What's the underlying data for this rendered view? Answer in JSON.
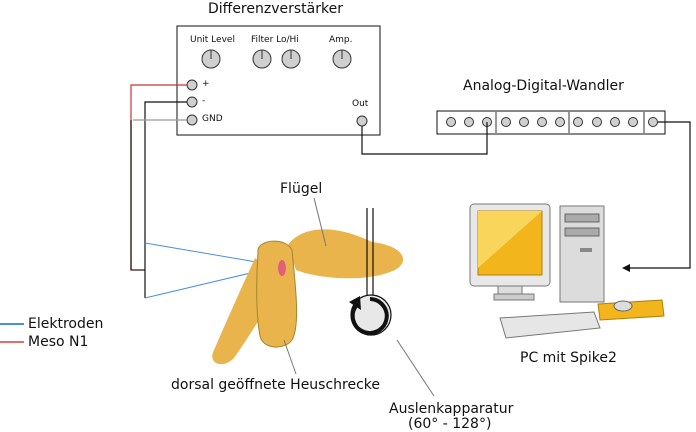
{
  "amplifier": {
    "title": "Differenzverstärker",
    "knobs": [
      "Unit Level",
      "Filter Lo/Hi",
      "Amp."
    ],
    "inputs": [
      "+",
      "-",
      "GND"
    ],
    "output": "Out"
  },
  "adc": {
    "title": "Analog-Digital-Wandler"
  },
  "specimen": {
    "wing_label": "Flügel",
    "body_label": "dorsal geöffnete Heuschrecke"
  },
  "apparatus": {
    "label": "Auslenkapparatur",
    "range": "(60° -  128°)"
  },
  "computer": {
    "label": "PC mit Spike2"
  },
  "legend": [
    {
      "label": "Elektroden",
      "color": "#4a90d9"
    },
    {
      "label": "Meso N1",
      "color": "#e07070"
    }
  ],
  "colors": {
    "insect": "#e9b44c",
    "plus_wire": "#cc3333",
    "gnd_wire": "#999999"
  }
}
